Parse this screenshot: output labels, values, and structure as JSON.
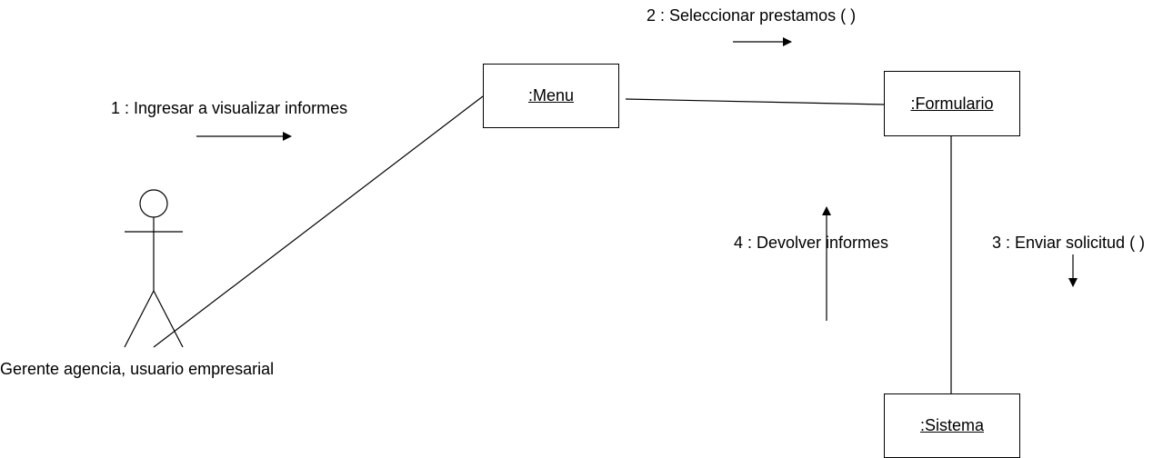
{
  "actor": {
    "name": "Gerente agencia, usuario empresarial"
  },
  "objects": {
    "menu": ":Menu",
    "formulario": ":Formulario",
    "sistema": ":Sistema"
  },
  "messages": [
    {
      "text": "1 : Ingresar a visualizar informes",
      "direction": "right"
    },
    {
      "text": "2 : Seleccionar prestamos ( )",
      "direction": "right"
    },
    {
      "text": "3 : Enviar solicitud ( )",
      "direction": "down"
    },
    {
      "text": "4 : Devolver informes",
      "direction": "up"
    }
  ],
  "colors": {
    "stroke": "#000000",
    "background": "#ffffff"
  }
}
